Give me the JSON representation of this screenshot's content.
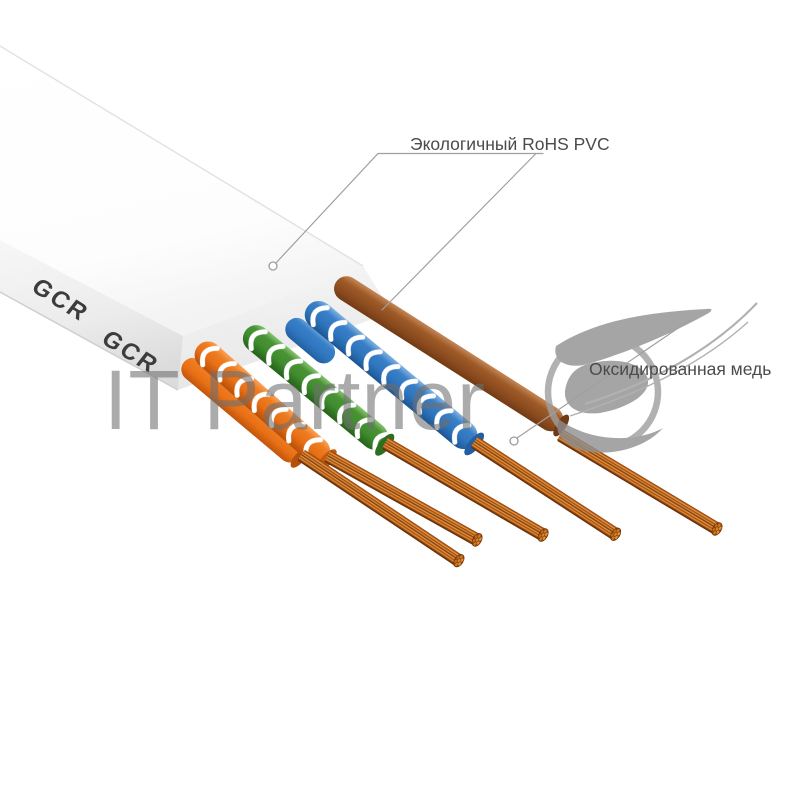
{
  "annotations": {
    "jacket_label": "Экологичный RoHS PVC",
    "copper_label": "Оксидированная медь"
  },
  "cable": {
    "brand_mark": "GCR"
  },
  "watermark": {
    "text": "IT Partner"
  },
  "colors": {
    "jacket_white": "#ffffff",
    "wire_orange": "#ED7320",
    "wire_green": "#3F8C2F",
    "wire_blue": "#2F76BF",
    "wire_brown": "#9E5B28",
    "copper": "#C9701F",
    "leader_line": "#A0A0A0",
    "annotation_text": "#4B4B4B",
    "watermark_gray": "#8F8F8F",
    "brand_text": "#3C3C3C"
  }
}
